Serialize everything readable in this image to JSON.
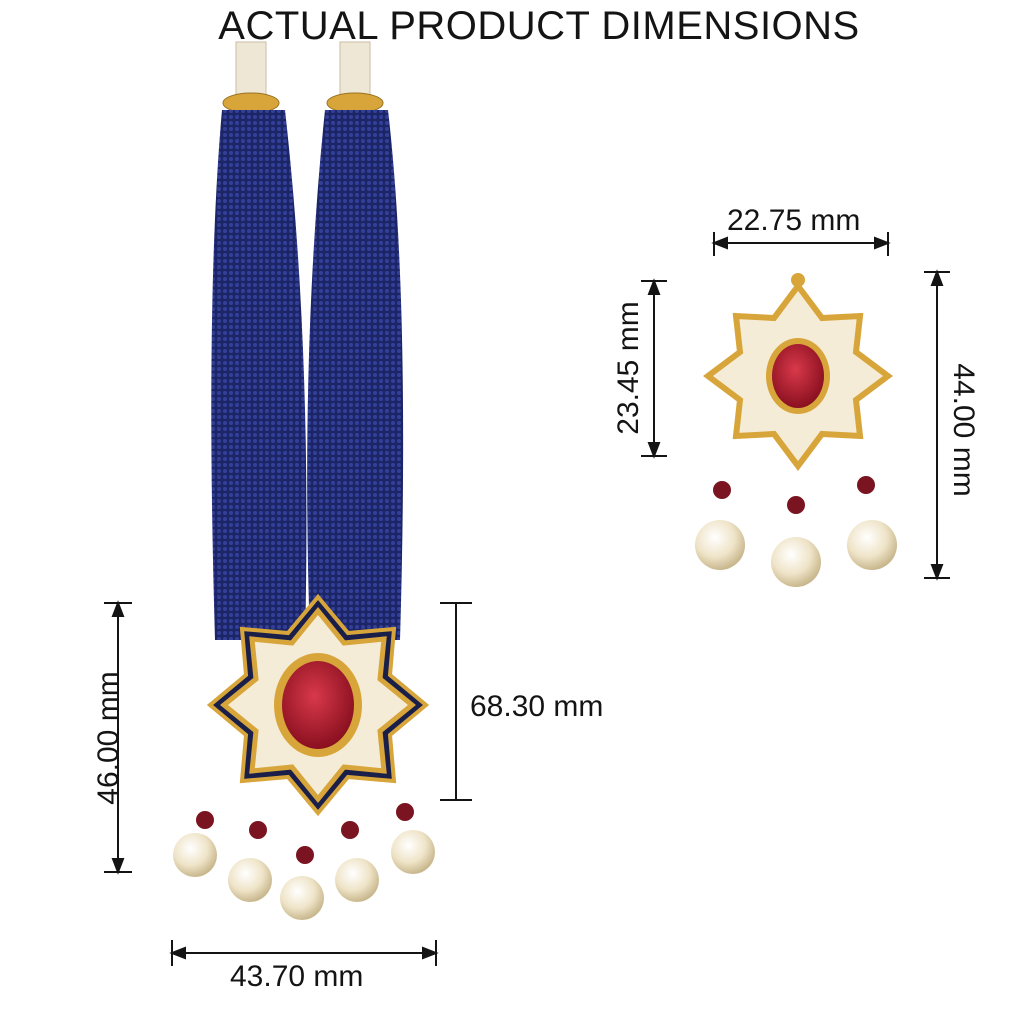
{
  "title": "ACTUAL PRODUCT DIMENSIONS",
  "necklace": {
    "pendant_height": "46.00 mm",
    "pendant_drop": "68.30 mm",
    "pendant_width": "43.70 mm"
  },
  "earring": {
    "width": "22.75 mm",
    "top_height": "23.45 mm",
    "total_height": "44.00 mm"
  },
  "colors": {
    "bead_blue": "#1f2a6b",
    "gold": "#d8a53a",
    "kundan": "#f4ecd6",
    "ruby": "#a8182a",
    "pearl": "#efe4c8",
    "garnet": "#7a1420"
  }
}
